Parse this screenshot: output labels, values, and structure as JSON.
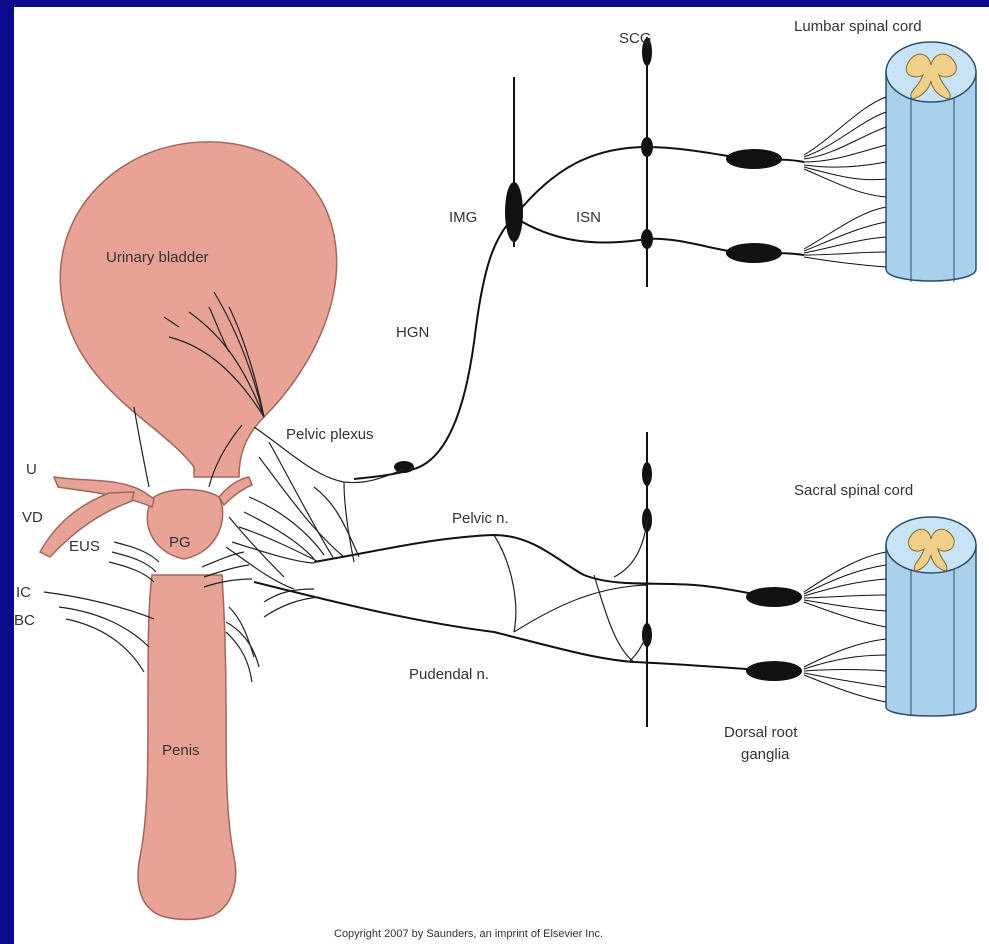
{
  "labels": {
    "scg": "SCG",
    "lumbar": "Lumbar spinal cord",
    "img": "IMG",
    "isn": "ISN",
    "bladder": "Urinary bladder",
    "hgn": "HGN",
    "pelvic_plexus": "Pelvic plexus",
    "u": "U",
    "vd": "VD",
    "eus": "EUS",
    "pg": "PG",
    "ic": "IC",
    "bc": "BC",
    "pelvic_n": "Pelvic n.",
    "sacral": "Sacral spinal cord",
    "pudendal": "Pudendal n.",
    "drg_line1": "Dorsal root",
    "drg_line2": "ganglia",
    "penis": "Penis",
    "copyright": "Copyright 2007 by Saunders, an imprint of Elsevier Inc."
  },
  "colors": {
    "background": "#0a0a8c",
    "organ": "#e8a396",
    "spinal_cord": "#a9d1ec",
    "grey_matter": "#f0d08a",
    "nerve": "#111111"
  }
}
